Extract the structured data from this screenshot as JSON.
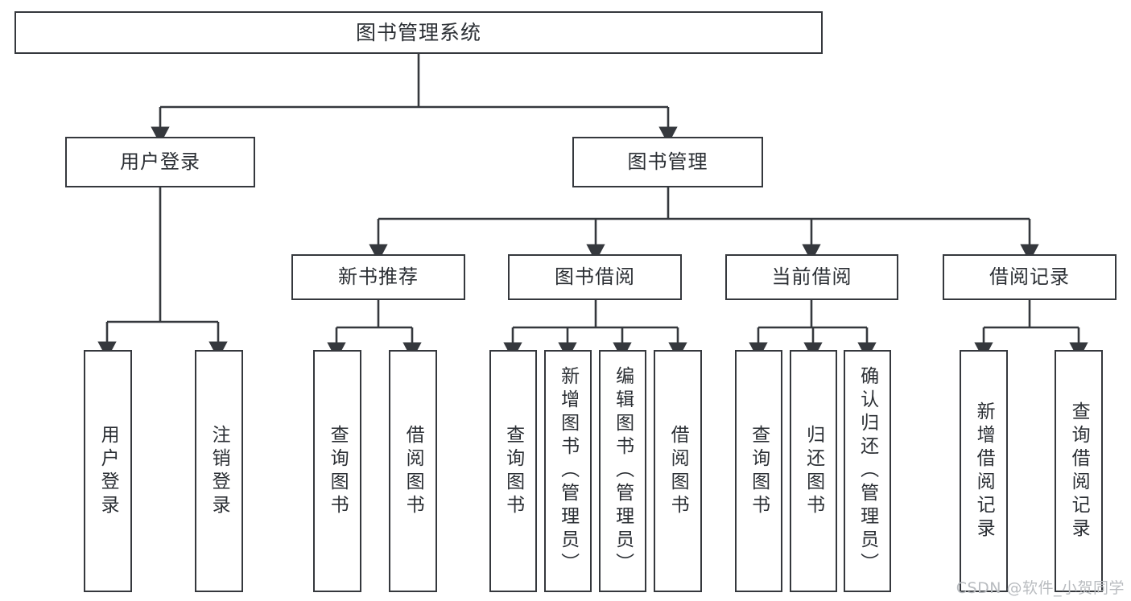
{
  "diagram": {
    "title": "图书管理系统",
    "type": "hierarchy-tree",
    "watermark": "CSDN @软件_小贺同学",
    "colors": {
      "stroke": "#35383d",
      "fill": "#ffffff",
      "text": "#2b2f34",
      "watermark": "#b9bcc0"
    },
    "levels": {
      "root": {
        "label": "图书管理系统"
      },
      "level2": [
        {
          "label": "用户登录"
        },
        {
          "label": "图书管理"
        }
      ],
      "level3": [
        {
          "label": "新书推荐"
        },
        {
          "label": "图书借阅"
        },
        {
          "label": "当前借阅"
        },
        {
          "label": "借阅记录"
        }
      ],
      "leaves": [
        {
          "label": "用户登录",
          "parent": "用户登录"
        },
        {
          "label": "注销登录",
          "parent": "用户登录"
        },
        {
          "label": "查询图书",
          "parent": "新书推荐"
        },
        {
          "label": "借阅图书",
          "parent": "新书推荐"
        },
        {
          "label": "查询图书",
          "parent": "图书借阅"
        },
        {
          "label": "新增图书（管理员）",
          "parent": "图书借阅"
        },
        {
          "label": "编辑图书（管理员）",
          "parent": "图书借阅"
        },
        {
          "label": "借阅图书",
          "parent": "图书借阅"
        },
        {
          "label": "查询图书",
          "parent": "当前借阅"
        },
        {
          "label": "归还图书",
          "parent": "当前借阅"
        },
        {
          "label": "确认归还（管理员）",
          "parent": "当前借阅"
        },
        {
          "label": "新增借阅记录",
          "parent": "借阅记录"
        },
        {
          "label": "查询借阅记录",
          "parent": "借阅记录"
        }
      ]
    }
  }
}
